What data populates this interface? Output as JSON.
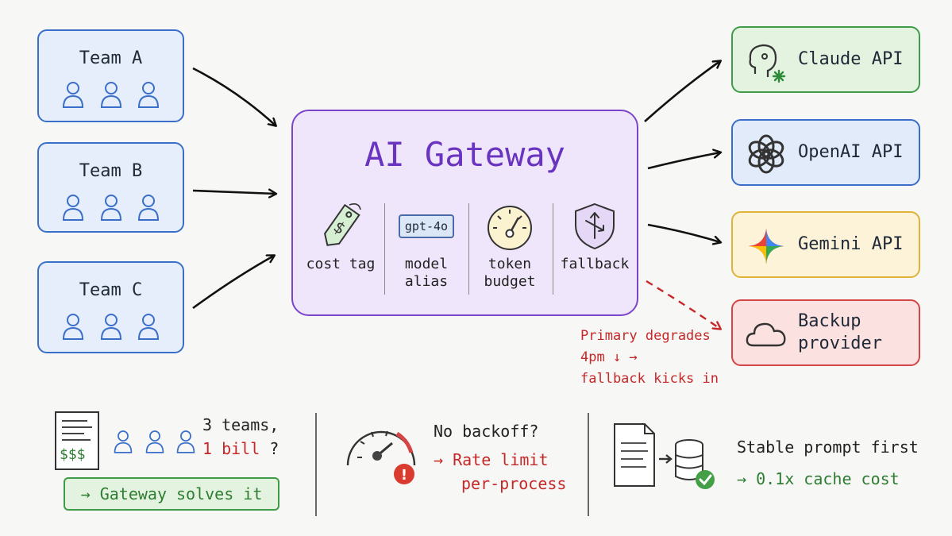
{
  "teams": [
    {
      "label": "Team A"
    },
    {
      "label": "Team B"
    },
    {
      "label": "Team C"
    }
  ],
  "gateway": {
    "title": "AI Gateway",
    "features": [
      {
        "label": "cost tag",
        "icon": "price-tag-icon"
      },
      {
        "label": "model\nalias",
        "icon": "model-chip-icon",
        "chip_text": "gpt-4o"
      },
      {
        "label": "token\nbudget",
        "icon": "gauge-icon"
      },
      {
        "label": "fallback",
        "icon": "shield-arrows-icon"
      }
    ]
  },
  "providers": [
    {
      "label": "Claude API",
      "icon": "claude-head-icon"
    },
    {
      "label": "OpenAI API",
      "icon": "openai-knot-icon"
    },
    {
      "label": "Gemini API",
      "icon": "gemini-star-icon"
    },
    {
      "label": "Backup\nprovider",
      "icon": "cloud-icon"
    }
  ],
  "fallback_note": [
    "Primary degrades",
    "4pm ↓  →",
    "fallback kicks in"
  ],
  "bottom": {
    "bill": {
      "line1": "3 teams,",
      "line2_red": "1 bill",
      "line2_end": "?",
      "dollars": "$$$",
      "solution": "→ Gateway solves it"
    },
    "rate": {
      "line1": "No backoff?",
      "line2": "→ Rate limit",
      "line3": "per-process"
    },
    "cache": {
      "line1": "Stable prompt first",
      "line2": "→ 0.1x cache cost"
    }
  },
  "colors": {
    "team_blue": "#3a6fc9",
    "gateway_purple": "#7a45c8",
    "claude_green": "#3f9b48",
    "openai_blue": "#3a6fc9",
    "gemini_yellow": "#e0b23a",
    "backup_red": "#d64545",
    "alert_red": "#c62828",
    "ok_green": "#2e7d32"
  }
}
